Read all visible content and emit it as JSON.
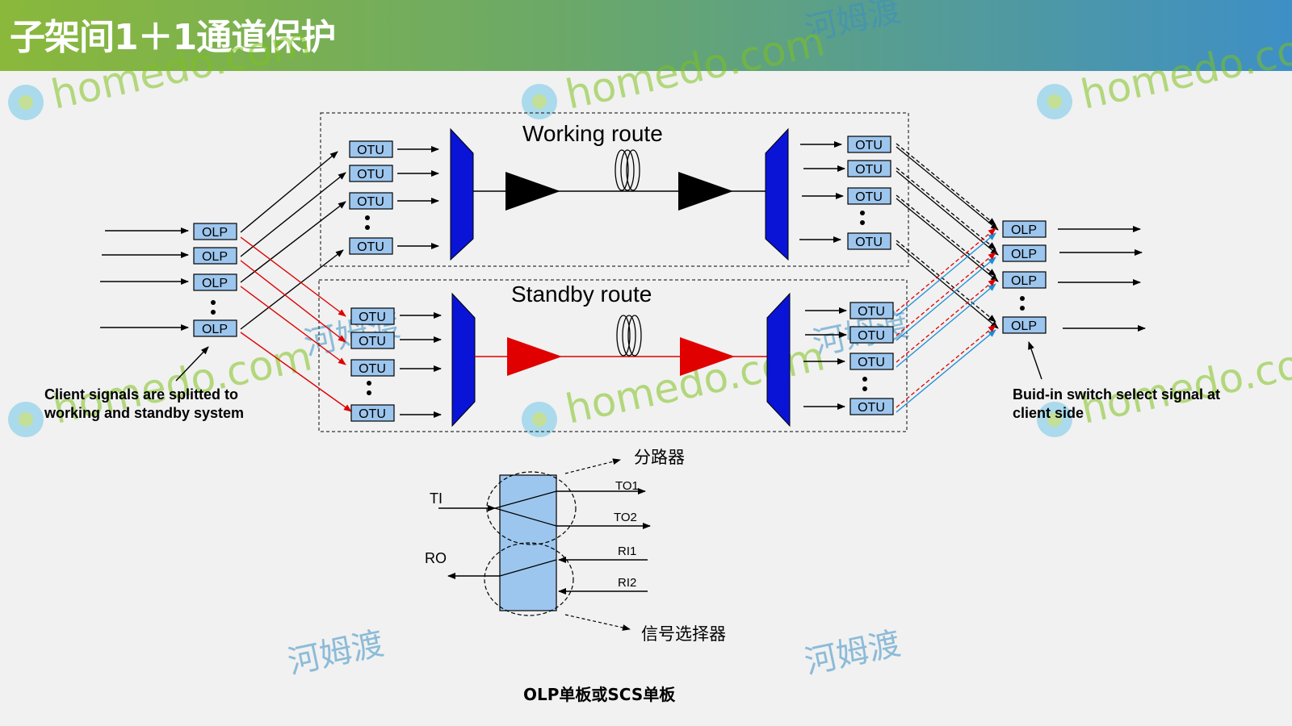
{
  "slide": {
    "title": "子架间1＋1通道保护"
  },
  "labels": {
    "working_route": "Working route",
    "standby_route": "Standby route",
    "client_caption_line1": "Client  signals are splitted to",
    "client_caption_line2": "working and standby system",
    "switch_caption_line1": "Buid-in switch select signal at",
    "switch_caption_line2": "client side",
    "otu": "OTU",
    "olp": "OLP"
  },
  "olp_detail": {
    "splitter": "分路器",
    "selector": "信号选择器",
    "ti": "TI",
    "ro": "RO",
    "to1": "TO1",
    "to2": "TO2",
    "ri1": "RI1",
    "ri2": "RI2",
    "caption": "OLP单板或SCS单板"
  },
  "watermark": {
    "text": "homedo.com",
    "cn": "河姆渡"
  },
  "colors": {
    "box_fill": "#9dc6ee",
    "mux_blue": "#0a14d6",
    "standby_red": "#e00000",
    "switch_blue": "#1b8ed6"
  }
}
